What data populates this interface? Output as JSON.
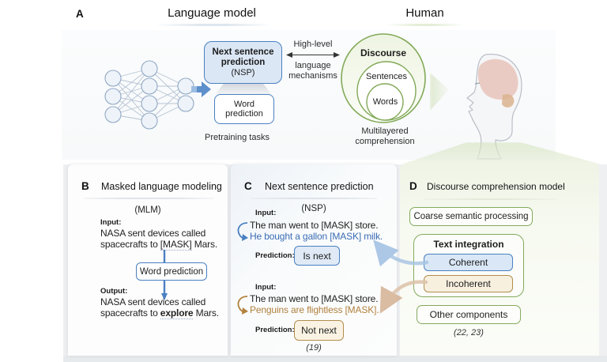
{
  "colors": {
    "blue_border": "#4a80c2",
    "blue_fill": "#dbe7f5",
    "blue_text": "#3a6cb4",
    "tan_border": "#b18d4f",
    "tan_fill": "#faf3e3",
    "tan_text": "#b2813d",
    "green_border": "#83aa5b",
    "green_panel": "#eff4e7",
    "brain_pink": "#e9c6bd",
    "arrow_blue_soft": "#aac6e4",
    "arrow_tan_soft": "#ddc2aa"
  },
  "icons": {
    "right_block_arrow": "➜",
    "double_headed_arrow": "↔",
    "down_arrow": "↓",
    "sentence_pair_arrow": "↪",
    "neural_network": "network-graphic",
    "human_head": "head-profile-graphic"
  },
  "panelA": {
    "label": "A",
    "language_model_title": "Language model",
    "human_title": "Human",
    "nsp_box_title": "Next sentence prediction",
    "nsp_box_subtitle": "(NSP)",
    "word_prediction_box": "Word prediction",
    "pretraining_tasks_caption": "Pretraining tasks",
    "bridge_top": "High-level",
    "bridge_bottom": "language mechanisms",
    "circle_outer": "Discourse",
    "circle_middle": "Sentences",
    "circle_inner": "Words",
    "multilayered_caption": "Multilayered comprehension"
  },
  "panelB": {
    "label": "B",
    "title": "Masked language modeling",
    "subtitle": "(MLM)",
    "input_label": "Input:",
    "input_line1": "NASA sent devices called",
    "input_line2_pre": "spacecrafts to ",
    "input_line2_mask": "[MASK]",
    "input_line2_post": " Mars.",
    "word_prediction_box": "Word prediction",
    "output_label": "Output:",
    "output_line1": "NASA sent devices called",
    "output_line2_pre": "spacecrafts to ",
    "output_line2_word": "explore",
    "output_line2_post": " Mars."
  },
  "panelC": {
    "label": "C",
    "title": "Next sentence prediction",
    "subtitle": "(NSP)",
    "input_label_1": "Input:",
    "pair1_line1": "The man went to [MASK] store.",
    "pair1_line2": "He bought a gallon [MASK] milk.",
    "prediction_label_1": "Prediction:",
    "prediction_1": "Is next",
    "input_label_2": "Input:",
    "pair2_line1": "The man went to [MASK] store.",
    "pair2_line2": "Penguins are flightless [MASK].",
    "prediction_label_2": "Prediction:",
    "prediction_2": "Not next",
    "citation": "(19)"
  },
  "panelD": {
    "label": "D",
    "title": "Discourse comprehension model",
    "coarse_box": "Coarse semantic processing",
    "integration_title": "Text integration",
    "coherent": "Coherent",
    "incoherent": "Incoherent",
    "other_box": "Other components",
    "citation": "(22, 23)"
  }
}
